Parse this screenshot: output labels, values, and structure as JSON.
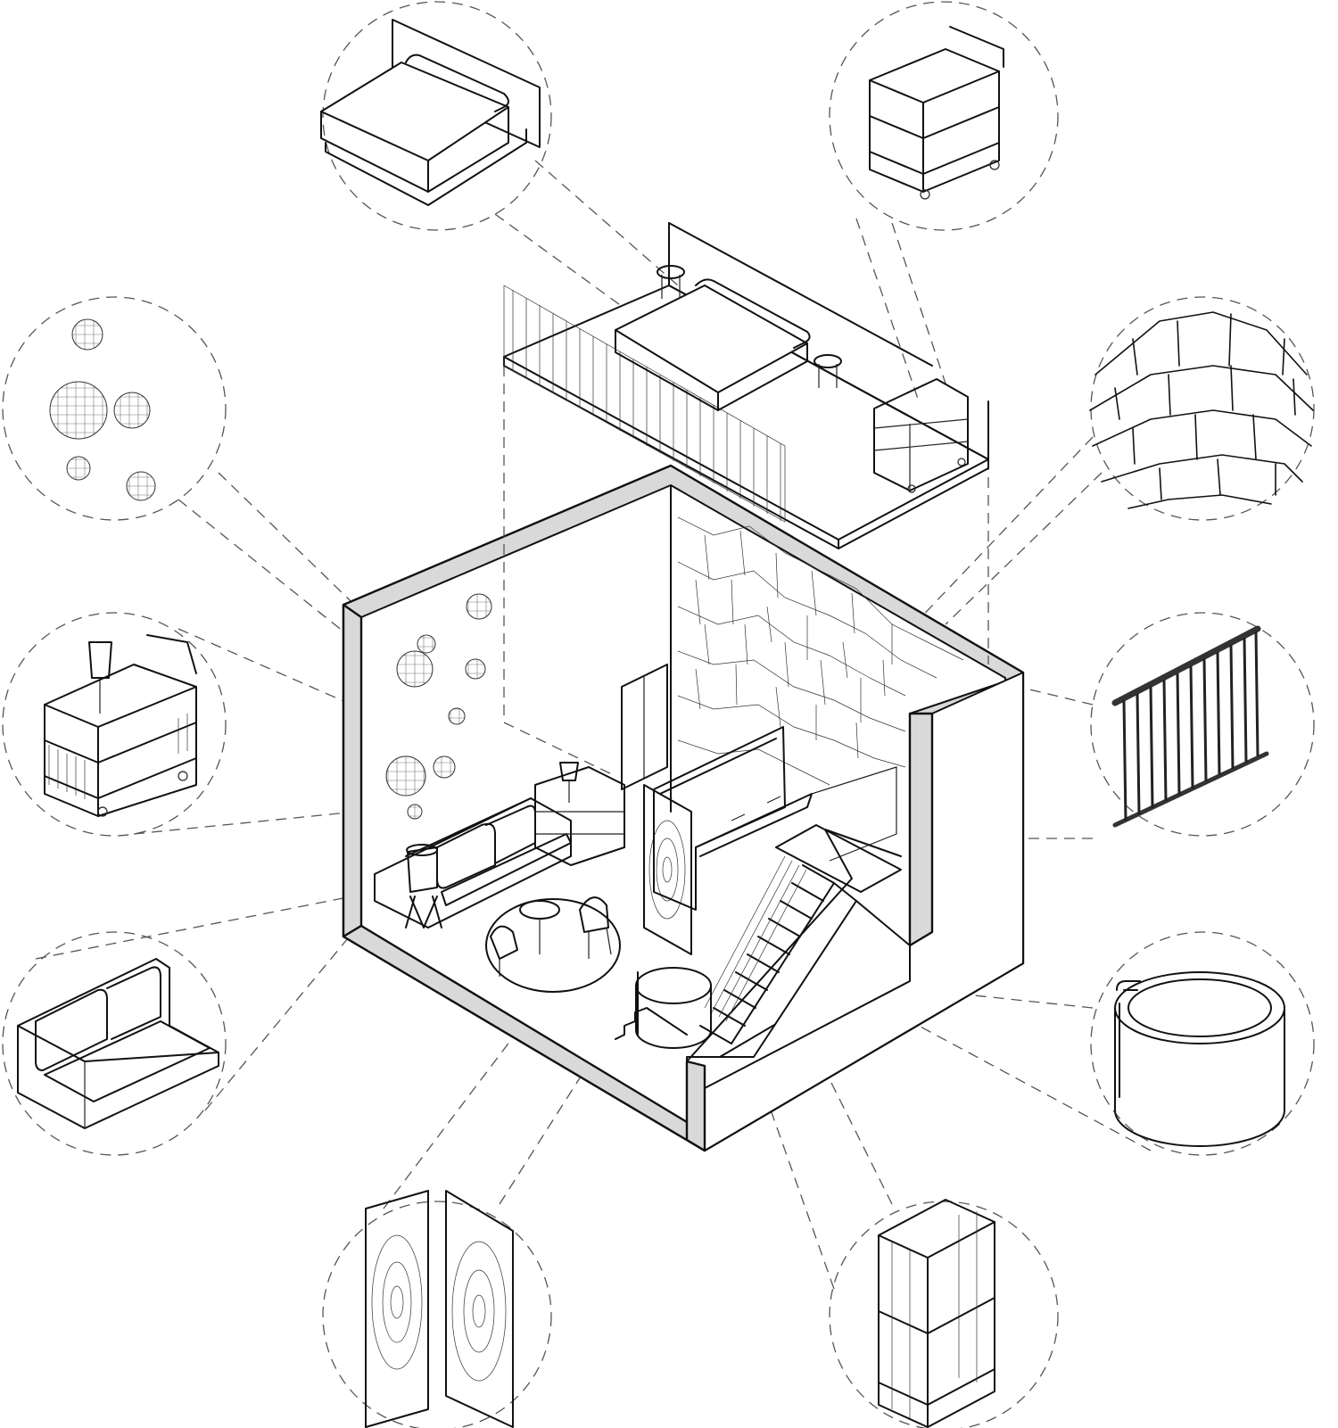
{
  "diagram": {
    "type": "isometric-interior-axonometric",
    "callouts": [
      {
        "id": "bed",
        "icon": "bed-icon"
      },
      {
        "id": "bedside-trolley",
        "icon": "trolley-icon"
      },
      {
        "id": "pendant-lamps",
        "icon": "rattan-lamp-icon"
      },
      {
        "id": "stone-wall",
        "icon": "stone-wall-icon"
      },
      {
        "id": "shelf-trolley-with-lamp",
        "icon": "trolley-icon"
      },
      {
        "id": "rope-railing",
        "icon": "railing-icon"
      },
      {
        "id": "sofa",
        "icon": "sofa-icon"
      },
      {
        "id": "bathtub",
        "icon": "bathtub-icon"
      },
      {
        "id": "carved-panels",
        "icon": "carved-panel-icon"
      },
      {
        "id": "tall-trolley",
        "icon": "trolley-icon"
      }
    ]
  }
}
